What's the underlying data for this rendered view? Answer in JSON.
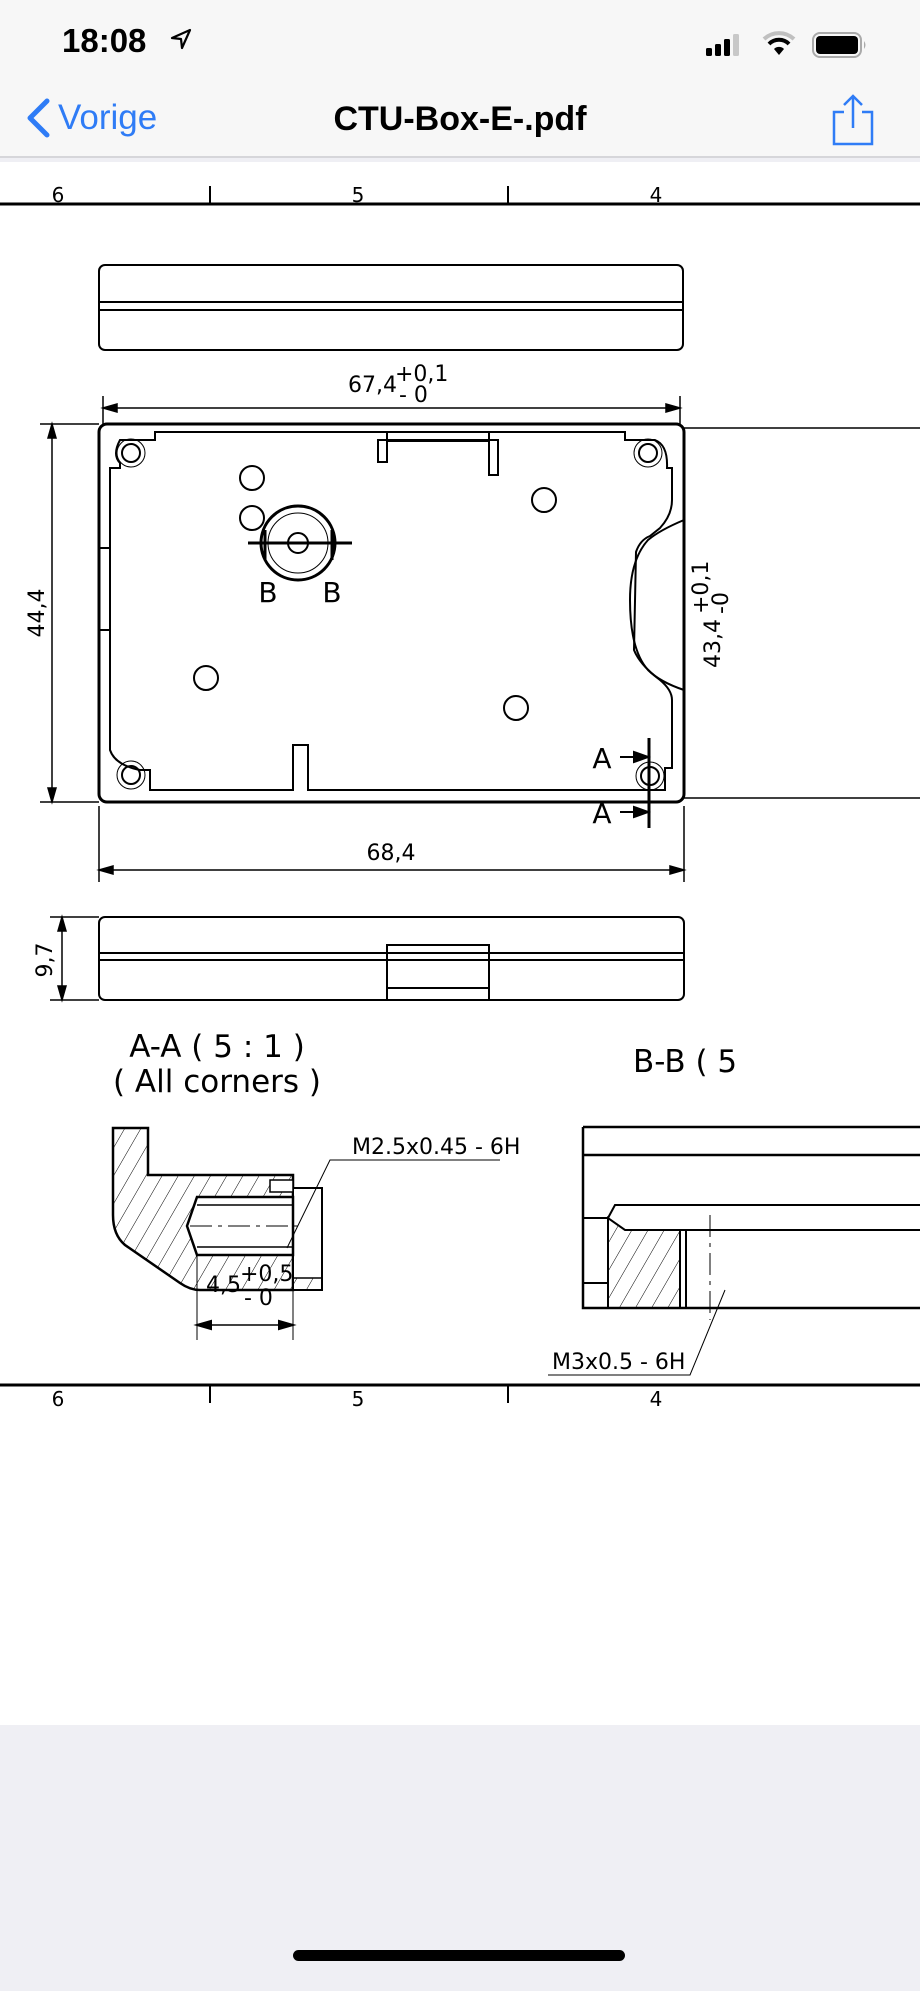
{
  "status_bar": {
    "time": "18:08",
    "icons": [
      "location-arrow-icon",
      "signal-icon",
      "wifi-icon",
      "battery-icon"
    ]
  },
  "nav": {
    "back_label": "Vorige",
    "title": "CTU-Box-E-.pdf",
    "share_icon": "share-icon",
    "accent": "#2f7cf6"
  },
  "drawing": {
    "ruler_top": [
      "6",
      "5",
      "4"
    ],
    "ruler_bottom": [
      "6",
      "5",
      "4"
    ],
    "dim_width_inner": "67,4",
    "dim_width_inner_tol_plus": "+0,1",
    "dim_width_inner_tol_minus": "- 0",
    "dim_height": "44,4",
    "dim_height_right": "43,4",
    "dim_height_right_tol": "+0,1",
    "dim_height_right_tol_minus": "-0",
    "dim_width_outer": "68,4",
    "dim_depth": "9,7",
    "section_b_left": "B",
    "section_b_right": "B",
    "section_a_top": "A",
    "section_a_bottom": "A",
    "section_aa_title": "A-A ( 5 : 1 )",
    "section_aa_subtitle": "( All corners )",
    "section_bb_title": "B-B ( 5",
    "thread_aa": "M2.5x0.45 - 6H",
    "dim_hole_depth": "4,5",
    "dim_hole_depth_tol_plus": "+0,5",
    "dim_hole_depth_tol_minus": "- 0",
    "thread_bb": "M3x0.5 - 6H"
  }
}
